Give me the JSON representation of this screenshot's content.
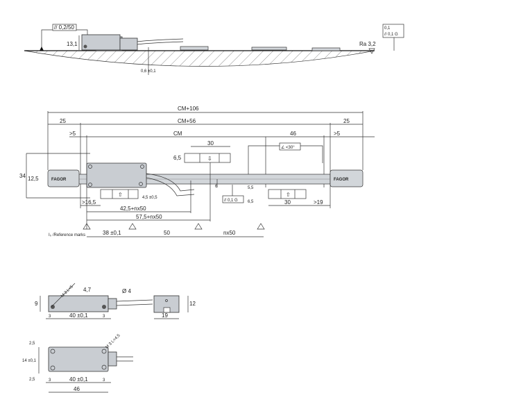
{
  "profile": {
    "parallelism": "// 0,2/50",
    "height": "13,1",
    "gap": "0,6 ±0,1",
    "roughness": "Ra 3,2",
    "tol_runout": "0,1",
    "tol_parallel": "// 0,1 G"
  },
  "plan": {
    "overall": "CM+106",
    "between_heads": "CM+56",
    "head_left": "25",
    "head_right": "25",
    "min_left": ">5",
    "min_right": ">5",
    "measuring_length": "CM",
    "reader_width": "46",
    "mount_pitch_top": "30",
    "mount_offset_top": "6,5",
    "angle": "∠ <30°",
    "height": "34",
    "head_height": "12,5",
    "cable_offset": "4,5 ±0,5",
    "gap6": "6",
    "gap55": "5,5",
    "gap65": "6,5",
    "tol_parallel": "// 0,1 G",
    "mount_pitch_bottom": "30",
    "min_bottom_right": ">19",
    "min_bottom_left": ">16,5",
    "dim_425": "42,5+nx50",
    "dim_575": "57,5+nx50",
    "ref_label": "I₀ /Reference marks",
    "ref_38": "38 ±0,1",
    "ref_50": "50",
    "ref_n50": "nx50",
    "brand": "FAGOR"
  },
  "side": {
    "thread": "M 3 L<5",
    "h47": "4,7",
    "diameter": "Ø 4",
    "height": "9",
    "end3a": "3",
    "pitch": "40 ±0,1",
    "end3b": "3"
  },
  "end": {
    "height": "12",
    "width": "19"
  },
  "top": {
    "e25a": "2,5",
    "pitch14": "14 ±0,1",
    "e25b": "2,5",
    "thread": "M 3 L<4,5",
    "end3a": "3",
    "pitch": "40 ±0,1",
    "end3b": "3",
    "length": "46"
  }
}
